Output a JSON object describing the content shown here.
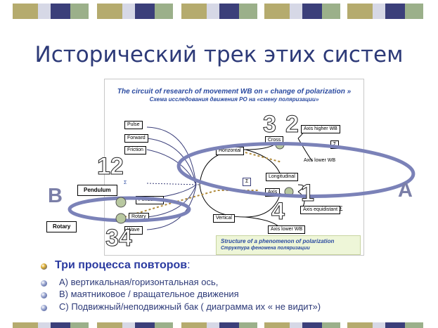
{
  "title": "Исторический  трек этих систем",
  "figure": {
    "title_en": "The circuit of research of movement WB on « change of polarization »",
    "title_ru": "Схема   исследования  движения РО  на  «смену  поляризации»",
    "caption_en": "Structure of a phenomenon of polarization",
    "caption_ru": "Структура феномена  поляризации",
    "nodes": {
      "pulse": "Pulse",
      "forward": "Forward",
      "friction": "Friction",
      "horizontal": "Horizontal",
      "cross": "Cross",
      "axis_higher": "Axis higher WB",
      "axis_lower": "Axis lower WB",
      "longitudinal": "Longitudinal",
      "axis_equidistant": "Axis equidistant",
      "vertical": "Vertical",
      "axis_lower_bottom": "Axis lower WB",
      "pendulum_inner": "Pendulum",
      "rotary_inner": "Rotary",
      "wave": "Wave",
      "sigma": "Σ",
      "axis_short": "Axis"
    },
    "numbers": {
      "n12": "12",
      "n34": "34",
      "n3": "3",
      "n2": "2",
      "n1": "1",
      "n4": "4"
    }
  },
  "outer": {
    "pendulum": "Pendulum",
    "rotary": "Rotary",
    "letter_b": "B",
    "letter_a": "A"
  },
  "bullets": {
    "main_text": "Три процесса повторов",
    "main_colon": ":",
    "items": [
      "А) вертикальная/горизонтальная ось,",
      "В) маятниковое / вращательное движения",
      "С) Подвижный/неподвижный  бак ( диаграмма  их « не  видит»)"
    ]
  },
  "colors": {
    "accent": "#2d3a78",
    "ring": "#7b82b8",
    "dotted": "#b08a3a",
    "stripe_olive": "#b5ab6e",
    "stripe_navy": "#3b3f7a",
    "stripe_light": "#d6d8e6",
    "stripe_sage": "#9bb08a"
  }
}
